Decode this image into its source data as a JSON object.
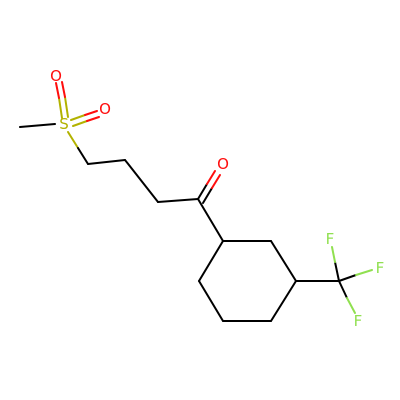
{
  "molecule": {
    "atom_colors": {
      "O": "#ff0d0d",
      "S": "#b2b200",
      "F": "#90e050",
      "C": "#000000"
    },
    "labels": {
      "sulfur": "S",
      "sulfonyl_oxygen_top": "O",
      "sulfonyl_oxygen_right": "O",
      "carbonyl_oxygen": "O",
      "fluorine_top": "F",
      "fluorine_right": "F",
      "fluorine_bottom": "F"
    }
  }
}
